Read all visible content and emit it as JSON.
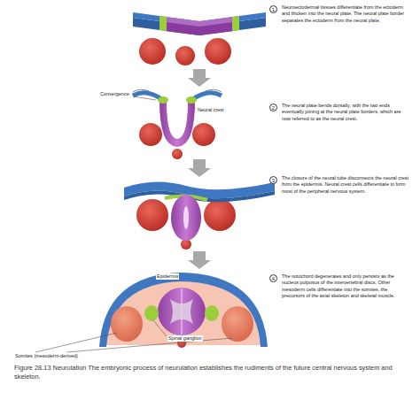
{
  "diagram": {
    "caption": "Figure 28.13 Neurulation The embryonic process of neurulation establishes the rudiments of the future central nervous system and skeleton.",
    "labels": [
      "1",
      "Neuroectodermal tissues differentiate from the ectoderm and thicken into the neural plate. The neural plate border separates the ectoderm from the neural plate.",
      "Convergence",
      "Neural crest",
      "2",
      "The neural plate bends dorsally, with the two ends eventually joining at the neural plate borders, which are now referred to as the neural crest.",
      "3",
      "The closure of the neural tube disconnects the neural crest from the epidermis. Neural crest cells differentiate to form most of the peripheral nervous system.",
      "Epidermis",
      "4",
      "The notochord degenerates and only persists as the nucleus pulposus of the intervertebral discs. Other mesoderm cells differentiate into the somites, the precursors of the axial skeleton and skeletal muscle.",
      "Spinal ganglion",
      "Somites (mesoderm-derived)"
    ]
  }
}
